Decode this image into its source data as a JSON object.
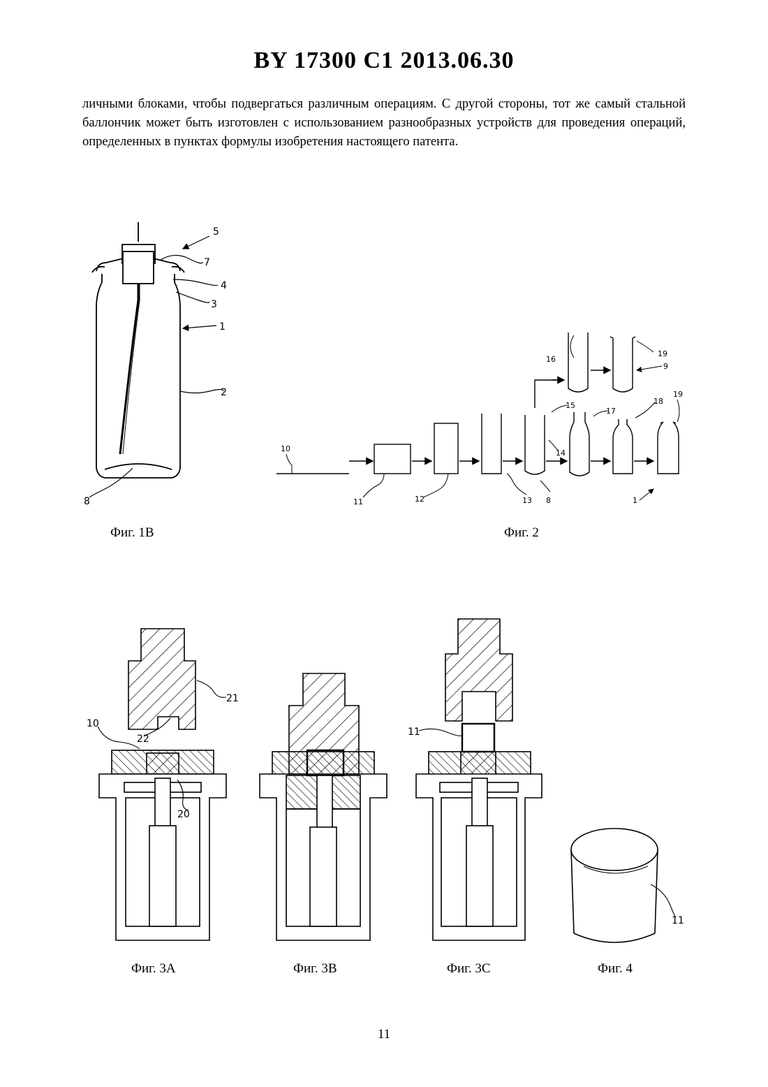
{
  "header": {
    "title": "BY  17300  C1  2013.06.30"
  },
  "body": {
    "paragraph": "личными блоками, чтобы подвергаться различным операциям. С другой стороны, тот же самый стальной баллончик может быть изготовлен с использованием разнообразных устройств для проведения операций, определенных в пунктах формулы изобретения настоящего патента."
  },
  "figures": {
    "fig1b": {
      "caption": "Фиг. 1B",
      "labels": [
        "5",
        "7",
        "4",
        "3",
        "1",
        "2",
        "8"
      ]
    },
    "fig2": {
      "caption": "Фиг. 2",
      "labels": [
        "10",
        "11",
        "12",
        "13",
        "8",
        "14",
        "15",
        "16",
        "19",
        "9",
        "17",
        "18",
        "19",
        "1"
      ]
    },
    "fig3a": {
      "caption": "Фиг. 3A",
      "labels": [
        "21",
        "10",
        "22",
        "20"
      ]
    },
    "fig3b": {
      "caption": "Фиг. 3B"
    },
    "fig3c": {
      "caption": "Фиг. 3C",
      "labels": [
        "11"
      ]
    },
    "fig4": {
      "caption": "Фиг. 4",
      "labels": [
        "11"
      ]
    }
  },
  "footer": {
    "page_number": "11"
  }
}
